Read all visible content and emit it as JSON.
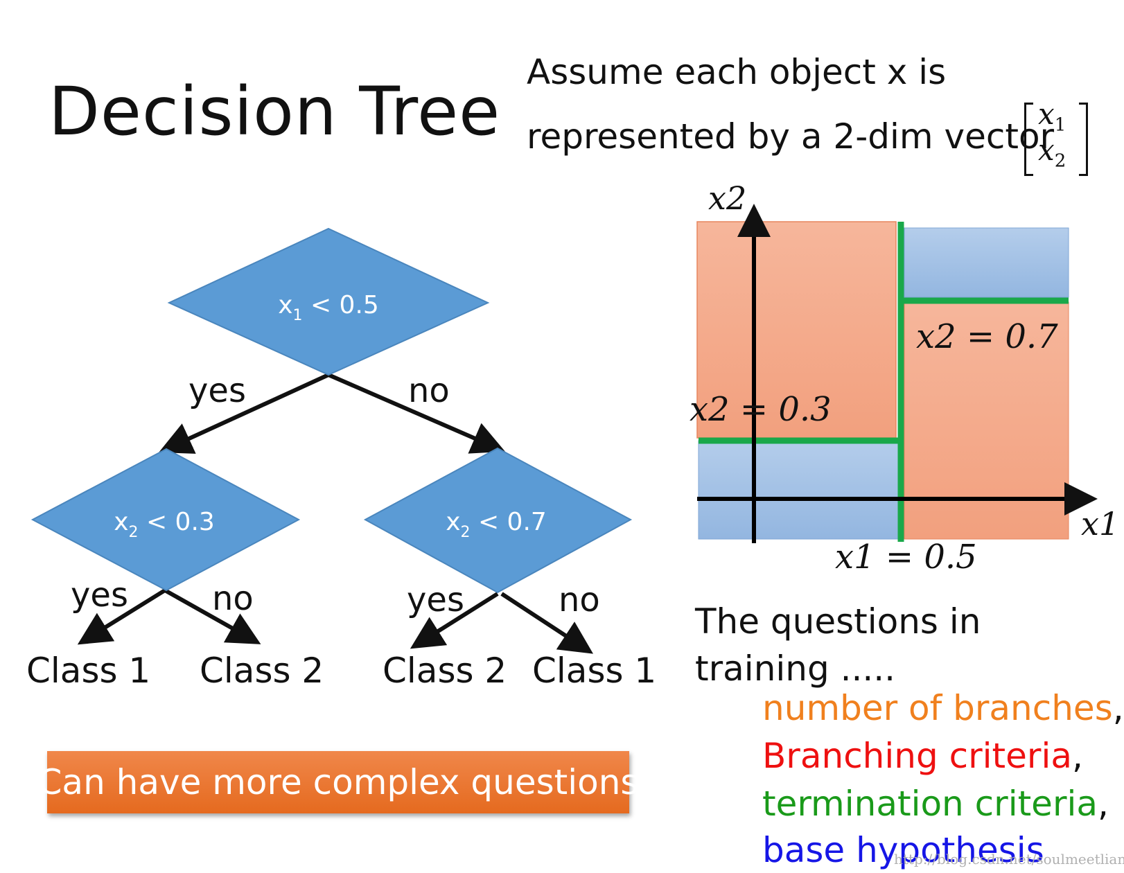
{
  "title": "Decision Tree",
  "assumption": {
    "line1": "Assume each object x is",
    "line2": "represented by a 2-dim vector",
    "vector": [
      "x1",
      "x2"
    ]
  },
  "tree": {
    "root": {
      "var": "x",
      "sub": "1",
      "cond": " < 0.5"
    },
    "left": {
      "var": "x",
      "sub": "2",
      "cond": " < 0.3"
    },
    "right": {
      "var": "x",
      "sub": "2",
      "cond": " < 0.7"
    },
    "edges": {
      "root_yes": "yes",
      "root_no": "no",
      "left_yes": "yes",
      "left_no": "no",
      "right_yes": "yes",
      "right_no": "no"
    },
    "leaves": [
      "Class 1",
      "Class 2",
      "Class 2",
      "Class 1"
    ]
  },
  "plot": {
    "axis_x": "x1",
    "axis_y": "x2",
    "split_x1": "x1 = 0.5",
    "split_x2_low": "x2 = 0.3",
    "split_x2_high": "x2 = 0.7",
    "colors": {
      "region_a": "#f2a07e",
      "region_b": "#9dbde3",
      "split_line": "#1aa84a",
      "axis": "#000000"
    }
  },
  "button": {
    "label": "Can have more complex questions",
    "color": "#ea7530"
  },
  "questions": {
    "line1": "The questions in",
    "line2": "training .....",
    "items": [
      {
        "text": "number of branches",
        "color": "#f0801e",
        "suffix": ","
      },
      {
        "text": "Branching criteria",
        "color": "#ee1010",
        "suffix": ","
      },
      {
        "text": "termination criteria",
        "color": "#1a9a1a",
        "suffix": ","
      },
      {
        "text": "base hypothesis",
        "color": "#1616e6",
        "suffix": ""
      }
    ]
  },
  "watermark": "http://blog.csdn.net/soulmeetliang"
}
